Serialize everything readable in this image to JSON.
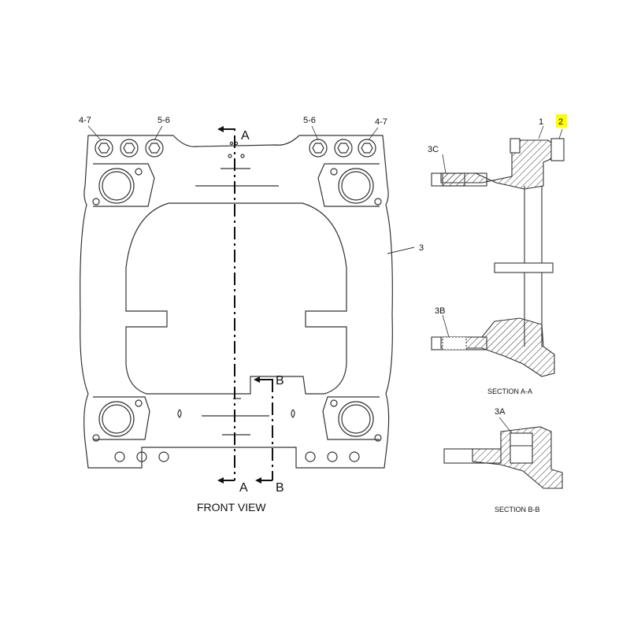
{
  "front_view": {
    "caption": "FRONT VIEW",
    "callouts": {
      "top_left_outer": "4-7",
      "top_left_inner": "5-6",
      "top_right_inner": "5-6",
      "top_right_outer": "4-7",
      "side_right": "3"
    },
    "cut_a_top": "A",
    "cut_a_bottom": "A",
    "cut_b_top": "B",
    "cut_b_bottom": "B"
  },
  "section_a": {
    "caption": "SECTION A-A",
    "callout_1": "1",
    "callout_2": "2",
    "callout_3c": "3C",
    "callout_3b": "3B"
  },
  "section_b": {
    "caption": "SECTION B-B",
    "callout_3a": "3A"
  },
  "colors": {
    "line": "#333333",
    "highlight": "#ffff00"
  }
}
